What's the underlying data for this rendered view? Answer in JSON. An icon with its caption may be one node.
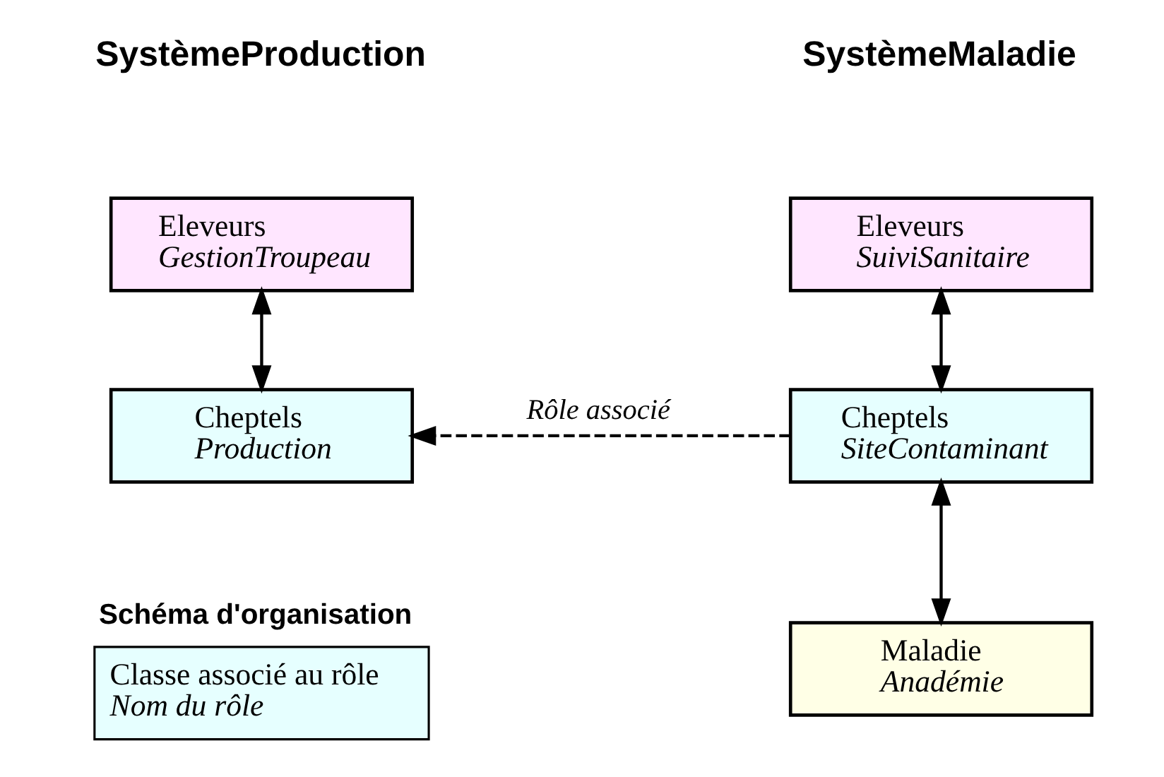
{
  "diagram": {
    "nodes": [
      {
        "text": [
          "Eleveurs",
          "GestionTroupeau"
        ]
      },
      {
        "text": [
          "Cheptels",
          "Production"
        ]
      },
      {
        "text": [
          "Schéma d'organisation",
          "Classe associé au rôle",
          "Nom du rôle"
        ]
      },
      {
        "text": [
          "Eleveurs",
          "SuiviSanitaire"
        ]
      },
      {
        "text": [
          "Cheptels",
          "SiteContaminant"
        ]
      },
      {
        "text": [
          "Maladie",
          "Anadémie"
        ]
      }
    ],
    "edges": [
      {
        "from": 0,
        "to": 1,
        "arrow": "both"
      },
      {
        "from": 4,
        "to": 1,
        "arrow": "to",
        "style": "dashed",
        "label": "Rôle associé"
      },
      {
        "from": 3,
        "to": 4,
        "arrow": "both"
      },
      {
        "from": 4,
        "to": 5,
        "arrow": "both"
      }
    ],
    "labels": [
      "SystèmeProduction",
      "SystèmeMaladie"
    ]
  }
}
